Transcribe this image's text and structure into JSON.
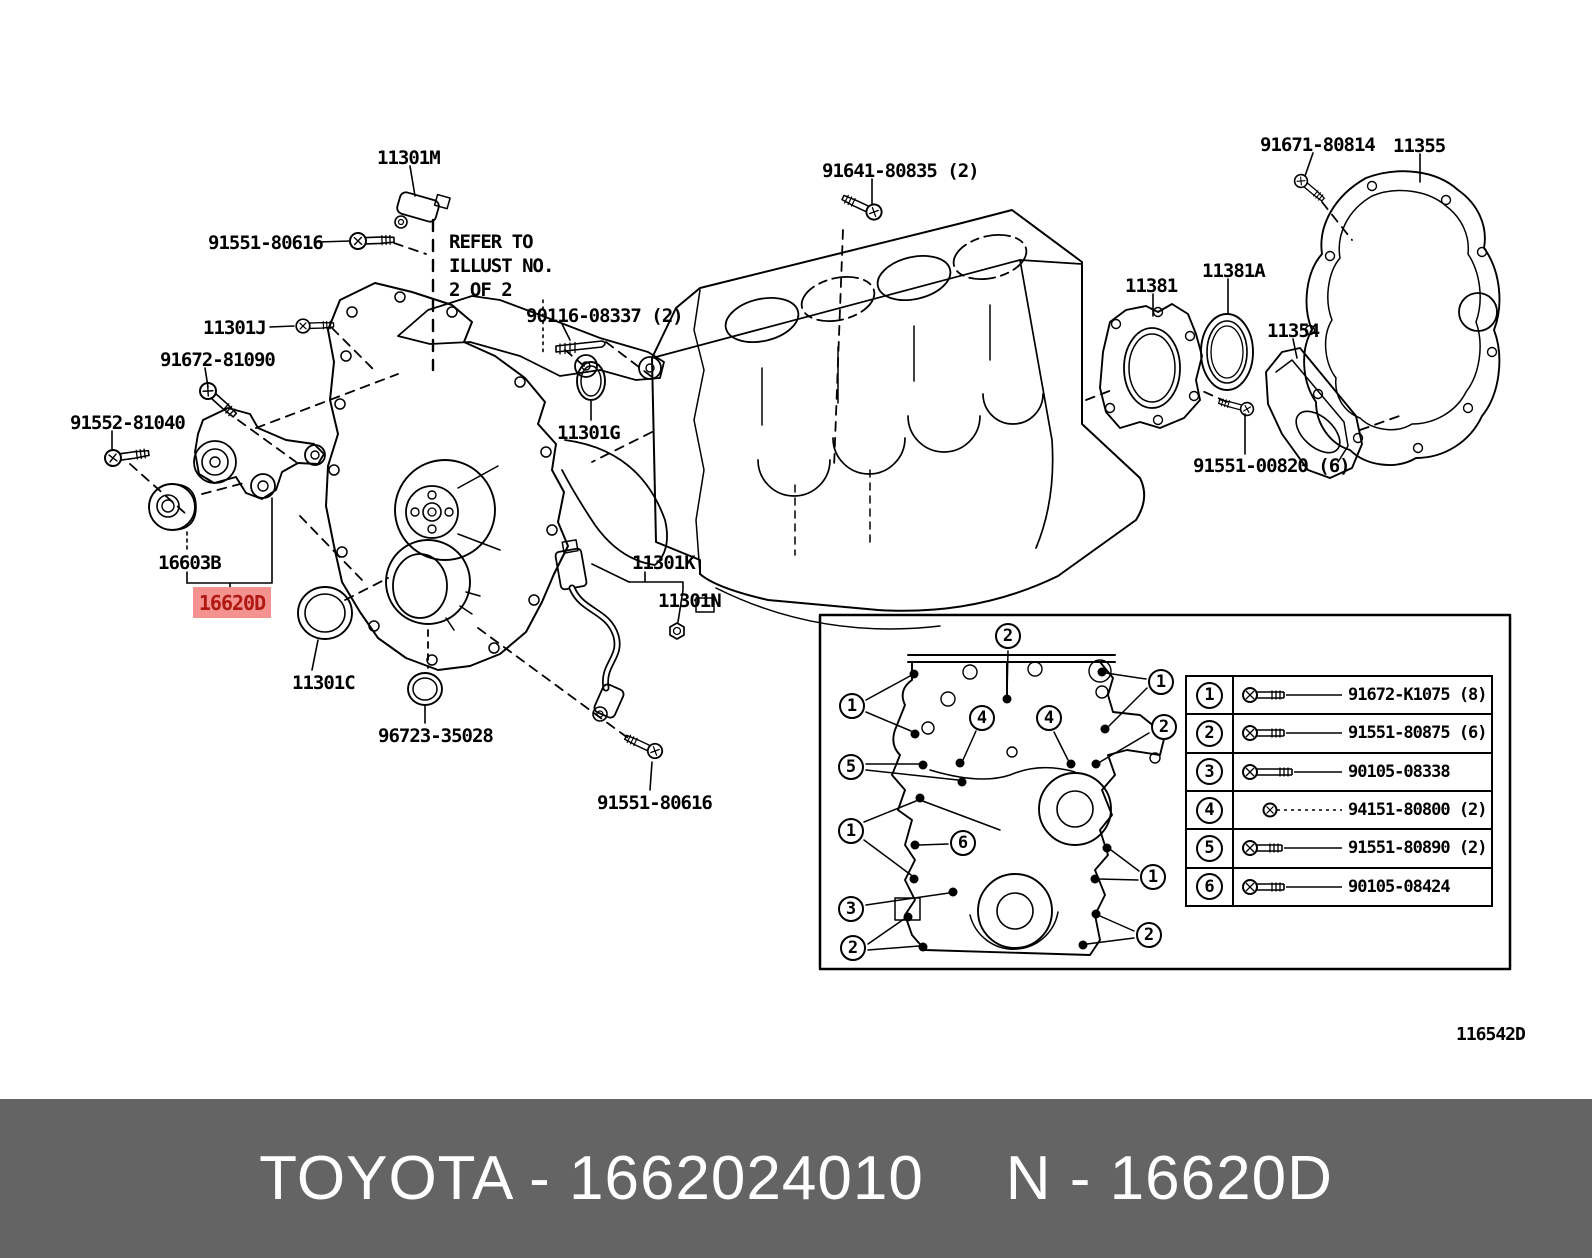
{
  "footer": {
    "left": "TOYOTA - 1662024010",
    "right": "N - 16620D",
    "bg": "#646464",
    "text_color": "#ffffff"
  },
  "diagram_code": "116542D",
  "note": {
    "line1": "REFER TO",
    "line2": "ILLUST NO.",
    "line3": "2 OF 2"
  },
  "highlight": {
    "text": "16620D",
    "bg": "#f4928f",
    "color": "#b01812"
  },
  "labels": {
    "l11301m": "11301M",
    "l91551_80616_top": "91551-80616",
    "l91641_80835": "91641-80835 (2)",
    "l91671_80814": "91671-80814",
    "l11355": "11355",
    "l11301j": "11301J",
    "l91672_81090": "91672-81090",
    "l90116_08337": "90116-08337 (2)",
    "l11381": "11381",
    "l11381a": "11381A",
    "l11354": "11354",
    "l91552_81040": "91552-81040",
    "l11301g": "11301G",
    "l91551_00820": "91551-00820 (6)",
    "l16603b": "16603B",
    "l11301c": "11301C",
    "l11301k": "11301K",
    "l11301n": "11301N",
    "l96723_35028": "96723-35028",
    "l91551_80616_bottom": "91551-80616"
  },
  "inset": {
    "callouts": [
      {
        "n": "2"
      },
      {
        "n": "1"
      },
      {
        "n": "1"
      },
      {
        "n": "4"
      },
      {
        "n": "4"
      },
      {
        "n": "2"
      },
      {
        "n": "5"
      },
      {
        "n": "1"
      },
      {
        "n": "6"
      },
      {
        "n": "1"
      },
      {
        "n": "3"
      },
      {
        "n": "2"
      },
      {
        "n": "2"
      }
    ],
    "legend": {
      "rows": [
        {
          "num": "1",
          "part": "91672-K1075 (8)"
        },
        {
          "num": "2",
          "part": "91551-80875 (6)"
        },
        {
          "num": "3",
          "part": "90105-08338"
        },
        {
          "num": "4",
          "part": "94151-80800 (2)"
        },
        {
          "num": "5",
          "part": "91551-80890 (2)"
        },
        {
          "num": "6",
          "part": "90105-08424"
        }
      ]
    }
  }
}
